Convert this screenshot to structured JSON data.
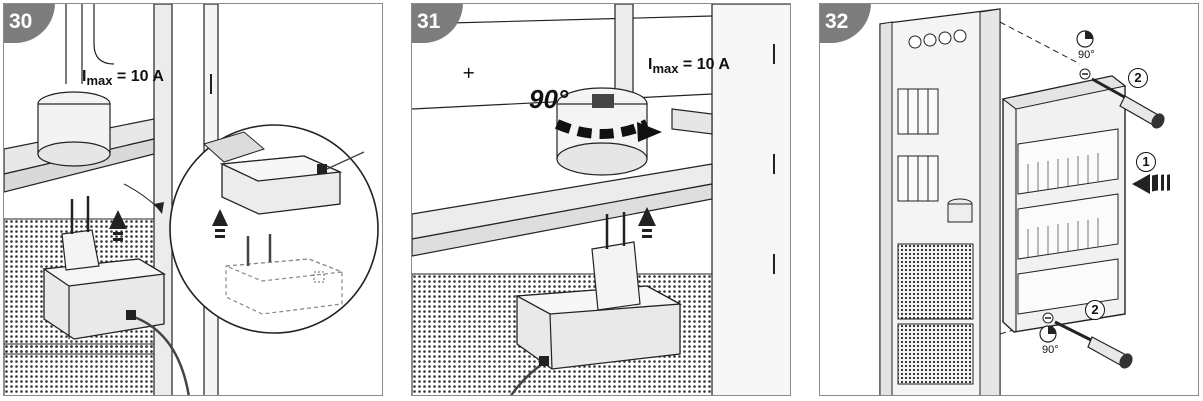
{
  "steps": [
    {
      "number": "30",
      "label_var": "I",
      "label_sub": "max",
      "label_value": " = 10 A"
    },
    {
      "number": "31",
      "label_var": "I",
      "label_sub": "max",
      "label_value": " = 10 A",
      "rotation": "90°"
    },
    {
      "number": "32",
      "rotation_small_top": "90°",
      "rotation_small_bottom": "90°",
      "callout_1": "1",
      "callout_2_top": "2",
      "callout_2_bottom": "2"
    }
  ],
  "colors": {
    "badge": "#7d7d7d",
    "outline": "#8a8a8a",
    "line": "#222222",
    "fill_light": "#f2f2f2",
    "fill_mid": "#e3e3e3"
  }
}
